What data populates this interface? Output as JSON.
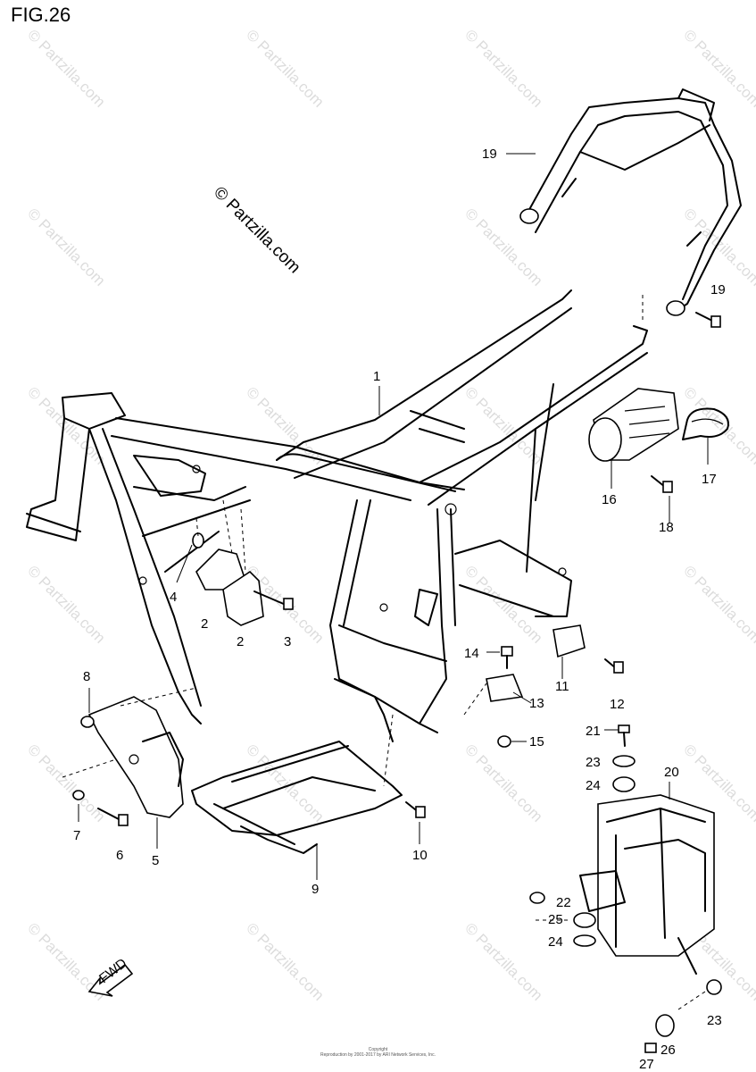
{
  "figure": {
    "title": "FIG.26",
    "stamp": "© Partzilla.com",
    "watermark": "© Partzilla.com",
    "copyright_line1": "Copyright",
    "copyright_line2": "Reproduction by 2001-2017 by ARI Network Services, Inc.",
    "fwd_label": "FWD"
  },
  "callouts": [
    "1",
    "2",
    "2",
    "3",
    "4",
    "5",
    "6",
    "7",
    "8",
    "9",
    "10",
    "11",
    "12",
    "13",
    "14",
    "15",
    "16",
    "17",
    "18",
    "19",
    "20",
    "21",
    "22",
    "23",
    "23",
    "24",
    "24",
    "25",
    "25",
    "26",
    "27"
  ]
}
